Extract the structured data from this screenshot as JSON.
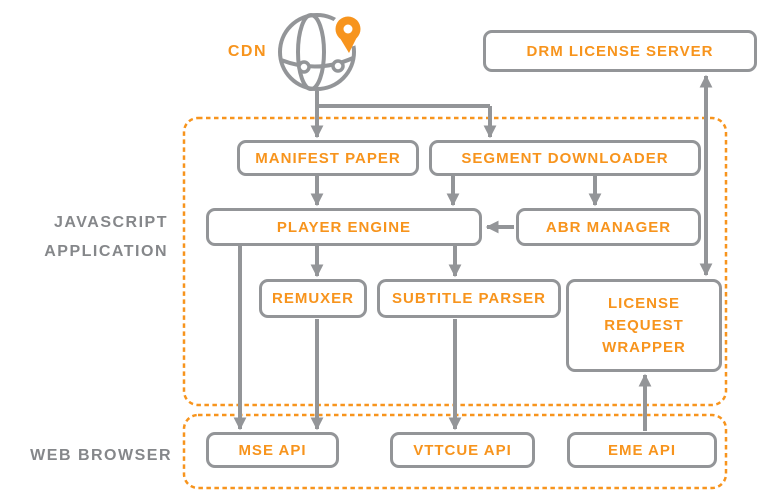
{
  "colors": {
    "orange": "#F7941D",
    "gray": "#939598",
    "label_gray": "#85878A",
    "background": "#FFFFFF"
  },
  "cdn": {
    "label": "CDN",
    "icon": "globe-with-location-pin"
  },
  "drm_server": {
    "label": "DRM LICENSE SERVER"
  },
  "groups": {
    "javascript_application": {
      "label_line1": "JAVASCRIPT",
      "label_line2": "APPLICATION"
    },
    "web_browser": {
      "label": "WEB BROWSER"
    }
  },
  "nodes": {
    "manifest_parser": {
      "label": "MANIFEST PAPER"
    },
    "segment_downloader": {
      "label": "SEGMENT DOWNLOADER"
    },
    "player_engine": {
      "label": "PLAYER ENGINE"
    },
    "abr_manager": {
      "label": "ABR MANAGER"
    },
    "remuxer": {
      "label": "REMUXER"
    },
    "subtitle_parser": {
      "label": "SUBTITLE PARSER"
    },
    "license_request_wrapper": {
      "label": "LICENSE REQUEST WRAPPER"
    },
    "mse_api": {
      "label": "MSE API"
    },
    "vttcue_api": {
      "label": "VTTCUE API"
    },
    "eme_api": {
      "label": "EME API"
    }
  },
  "connections": [
    {
      "from": "cdn",
      "to": "manifest_parser",
      "direction": "down"
    },
    {
      "from": "cdn",
      "to": "segment_downloader",
      "direction": "down"
    },
    {
      "from": "manifest_parser",
      "to": "player_engine",
      "direction": "down"
    },
    {
      "from": "segment_downloader",
      "to": "player_engine",
      "direction": "down"
    },
    {
      "from": "segment_downloader",
      "to": "abr_manager",
      "direction": "down"
    },
    {
      "from": "abr_manager",
      "to": "player_engine",
      "direction": "left"
    },
    {
      "from": "player_engine",
      "to": "remuxer",
      "direction": "down"
    },
    {
      "from": "player_engine",
      "to": "subtitle_parser",
      "direction": "down"
    },
    {
      "from": "player_engine",
      "to": "mse_api",
      "direction": "down"
    },
    {
      "from": "remuxer",
      "to": "mse_api",
      "direction": "down"
    },
    {
      "from": "subtitle_parser",
      "to": "vttcue_api",
      "direction": "down"
    },
    {
      "from": "eme_api",
      "to": "license_request_wrapper",
      "direction": "up"
    },
    {
      "from": "license_request_wrapper",
      "to": "drm_license_server",
      "direction": "both"
    }
  ]
}
